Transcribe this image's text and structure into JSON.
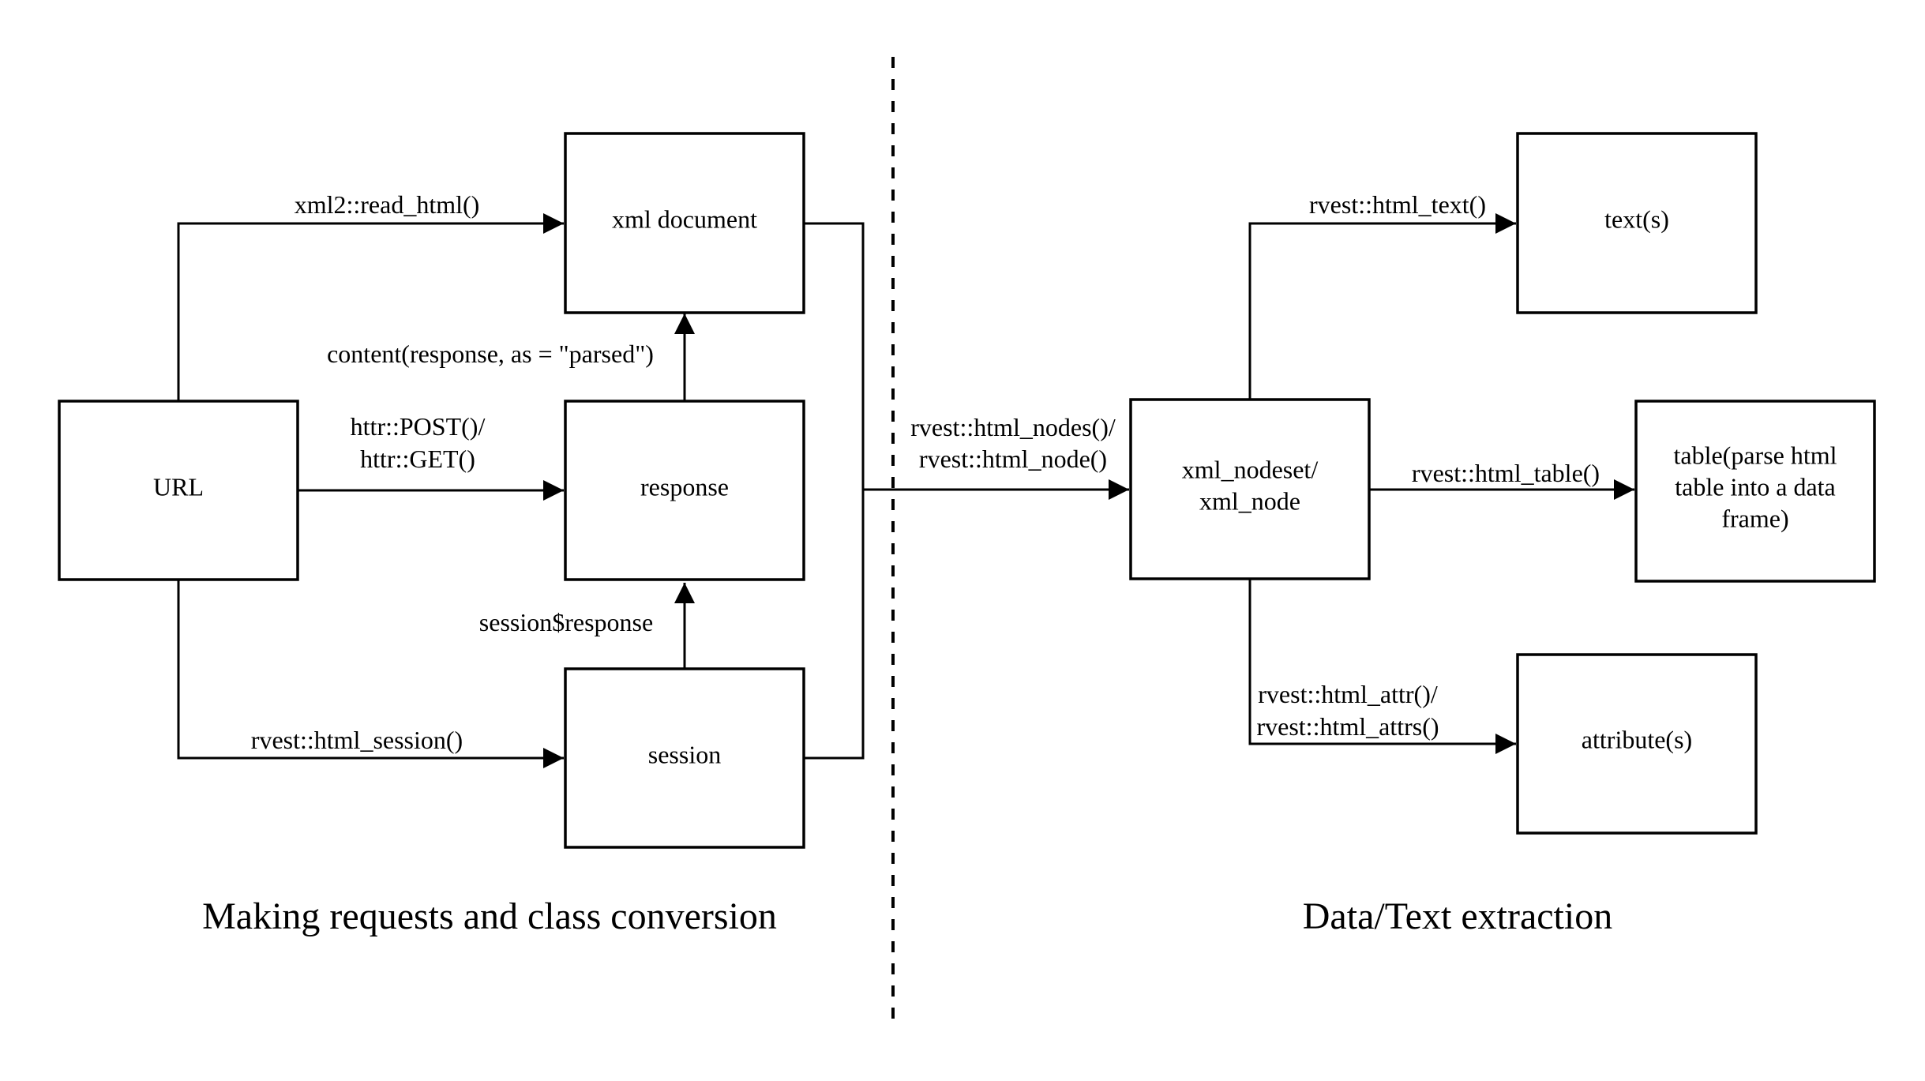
{
  "nodes": {
    "url": {
      "label": "URL"
    },
    "xml_document": {
      "label": "xml document"
    },
    "response": {
      "label": "response"
    },
    "session": {
      "label": "session"
    },
    "xml_nodeset": {
      "label_lines": [
        "xml_nodeset/",
        "xml_node"
      ]
    },
    "texts": {
      "label": "text(s)"
    },
    "table": {
      "label_lines": [
        "table(parse html",
        "table into a data",
        "frame)"
      ]
    },
    "attributes": {
      "label": "attribute(s)"
    }
  },
  "edges": {
    "read_html": {
      "label": "xml2::read_html()"
    },
    "post_get": {
      "label_lines": [
        "httr::POST()/",
        "httr::GET()"
      ]
    },
    "html_session": {
      "label": "rvest::html_session()"
    },
    "content_parsed": {
      "label": "content(response, as = \"parsed\")"
    },
    "session_response": {
      "label": "session$response"
    },
    "html_nodes": {
      "label_lines": [
        "rvest::html_nodes()/",
        "rvest::html_node()"
      ]
    },
    "html_text": {
      "label": "rvest::html_text()"
    },
    "html_table": {
      "label": "rvest::html_table()"
    },
    "html_attr": {
      "label_lines": [
        "rvest::html_attr()/",
        "rvest::html_attrs()"
      ]
    }
  },
  "sections": {
    "left": "Making requests and class conversion",
    "right": "Data/Text extraction"
  }
}
